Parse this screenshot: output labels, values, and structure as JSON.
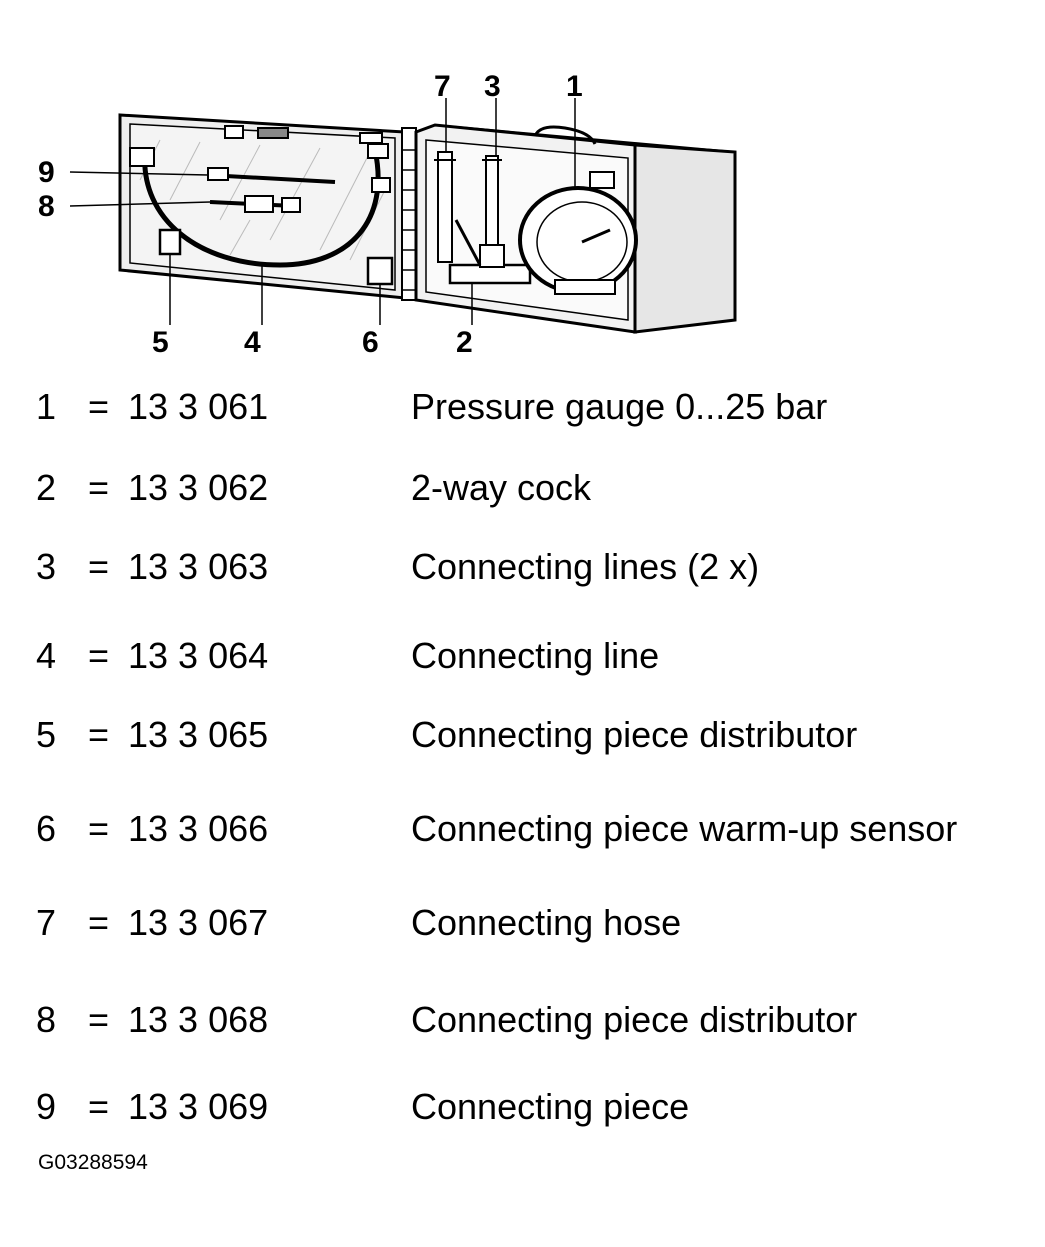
{
  "illustration": {
    "callouts": {
      "c1": "1",
      "c2": "2",
      "c3": "3",
      "c4": "4",
      "c5": "5",
      "c6": "6",
      "c7": "7",
      "c8": "8",
      "c9": "9"
    }
  },
  "parts": [
    {
      "number": "1",
      "equals": "=",
      "part_no": "13 3 061",
      "description": "Pressure gauge 0...25 bar"
    },
    {
      "number": "2",
      "equals": "=",
      "part_no": "13 3 062",
      "description": "2-way cock"
    },
    {
      "number": "3",
      "equals": "=",
      "part_no": "13 3 063",
      "description": "Connecting lines (2 x)"
    },
    {
      "number": "4",
      "equals": "=",
      "part_no": "13 3 064",
      "description": "Connecting line"
    },
    {
      "number": "5",
      "equals": "=",
      "part_no": "13 3 065",
      "description": "Connecting piece distributor"
    },
    {
      "number": "6",
      "equals": "=",
      "part_no": "13 3 066",
      "description": "Connecting piece warm-up sensor"
    },
    {
      "number": "7",
      "equals": "=",
      "part_no": "13 3 067",
      "description": "Connecting hose"
    },
    {
      "number": "8",
      "equals": "=",
      "part_no": "13 3 068",
      "description": "Connecting piece distributor"
    },
    {
      "number": "9",
      "equals": "=",
      "part_no": "13 3 069",
      "description": "Connecting piece"
    }
  ],
  "figure_code": "G03288594"
}
